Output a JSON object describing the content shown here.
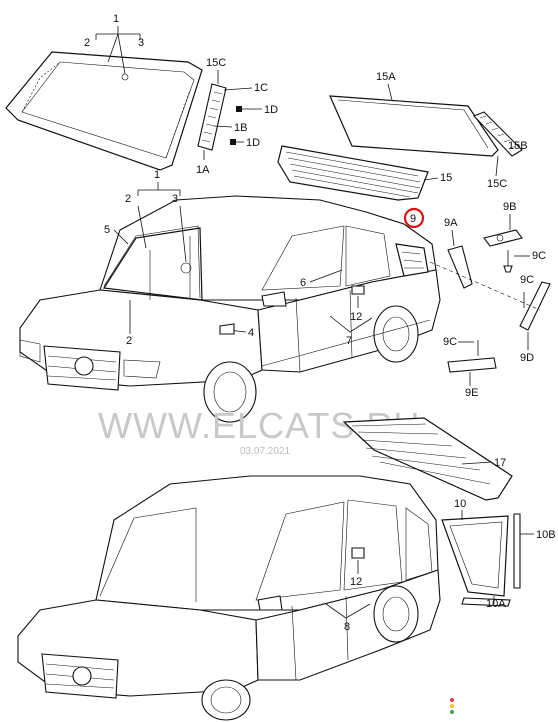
{
  "watermark": {
    "site": "WWW.ELCATS.RU",
    "date": "03.07.2021"
  },
  "labels": {
    "windshield_1": "1",
    "windshield_2": "2",
    "windshield_3": "3",
    "seal_15c_top": "15C",
    "seal_1c": "1C",
    "seal_1d_a": "1D",
    "seal_1b": "1B",
    "seal_1d_b": "1D",
    "seal_1a": "1A",
    "rear_glass_15a": "15A",
    "rear_glass_15b": "15B",
    "rear_glass_15c": "15C",
    "rear_glass_15": "15",
    "sedan_1": "1",
    "sedan_2": "2",
    "sedan_3": "3",
    "sedan_5": "5",
    "sedan_2b": "2",
    "sedan_4": "4",
    "sedan_6": "6",
    "sedan_12": "12",
    "sedan_7": "7",
    "highlight_9": "9",
    "q_9a": "9A",
    "q_9b": "9B",
    "q_9c_a": "9C",
    "q_9c_b": "9C",
    "q_9c_c": "9C",
    "q_9d": "9D",
    "q_9e": "9E",
    "wagon_17": "17",
    "wagon_10": "10",
    "wagon_10b": "10B",
    "wagon_10a": "10A",
    "wagon_12": "12",
    "wagon_8": "8"
  },
  "colors": {
    "highlight": "#e01010",
    "watermark": "#c8c8c8",
    "line": "#111111"
  }
}
